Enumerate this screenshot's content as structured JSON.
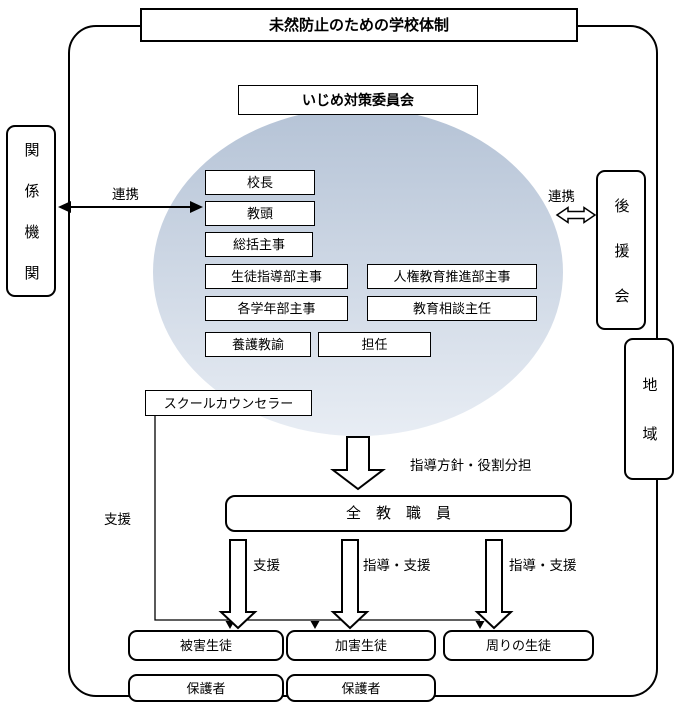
{
  "title": "未然防止のための学校体制",
  "committee": {
    "title": "いじめ対策委員会",
    "members": [
      {
        "label": "校長"
      },
      {
        "label": "教頭"
      },
      {
        "label": "総括主事"
      },
      {
        "label": "生徒指導部主事"
      },
      {
        "label": "人権教育推進部主事"
      },
      {
        "label": "各学年部主事"
      },
      {
        "label": "教育相談主任"
      },
      {
        "label": "養護教諭"
      },
      {
        "label": "担任"
      }
    ]
  },
  "external": {
    "related_organizations": "関係機関",
    "left_cooperation": "連携",
    "right_cooperation": "連携",
    "support_association": "後援会",
    "community": "地域"
  },
  "counselor": {
    "label": "スクールカウンセラー",
    "support": "支援"
  },
  "policy_role": "指導方針・役割分担",
  "all_staff": "全　教　職　員",
  "arrow_labels": {
    "support": "支援",
    "guidance_support_1": "指導・支援",
    "guidance_support_2": "指導・支援"
  },
  "students": [
    {
      "label": "被害生徒"
    },
    {
      "label": "加害生徒"
    },
    {
      "label": "周りの生徒"
    }
  ],
  "guardians": [
    {
      "label": "保護者"
    },
    {
      "label": "保護者"
    }
  ],
  "colors": {
    "ellipse_top": "#b5c3d6",
    "ellipse_bottom": "#e8edf4",
    "border": "#000000"
  }
}
